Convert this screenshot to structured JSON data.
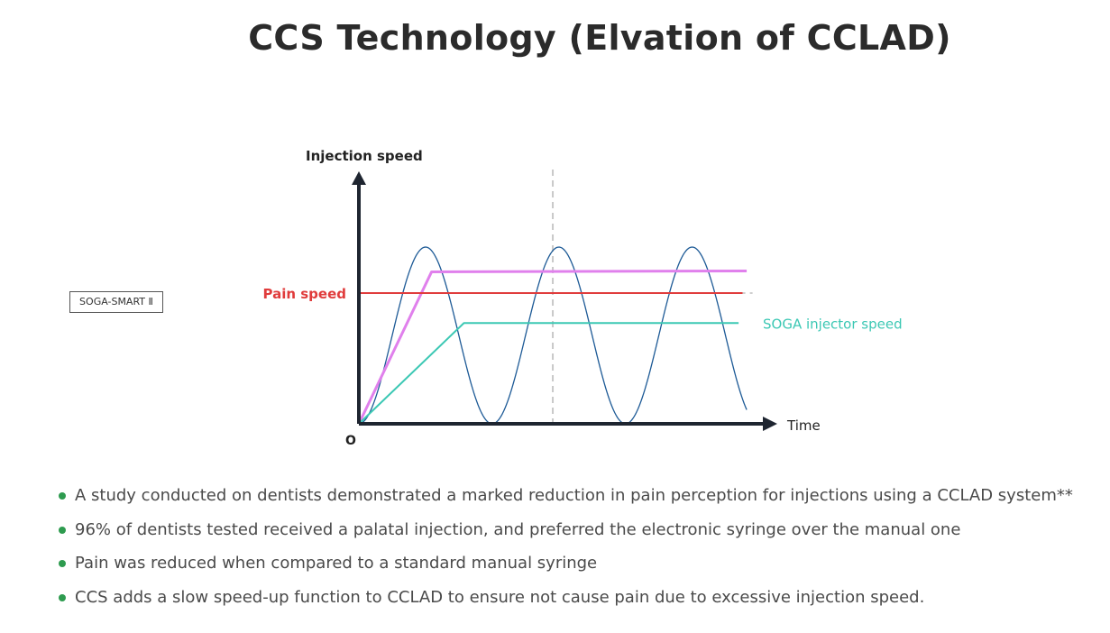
{
  "page": {
    "title": "CCS Technology (Elvation of CCLAD)",
    "product_tag": "SOGA-SMART Ⅱ"
  },
  "colors": {
    "title": "#2b2b2b",
    "pain_speed": "#e03c3c",
    "soga_speed": "#3cc8b4",
    "cclad_curve": "#1d5a96",
    "violet_line": "#e080ec",
    "axis": "#1e2530",
    "bullet": "#2e9b4f"
  },
  "chart_data": {
    "type": "line",
    "title": "",
    "xlabel": "Time",
    "ylabel": "Injection speed",
    "origin_label": "O",
    "grid": false,
    "xlim": [
      0,
      10
    ],
    "ylim": [
      0,
      10
    ],
    "series": [
      {
        "name": "",
        "color": "#1d5a96",
        "kind": "sine",
        "amplitude": 5,
        "offset": 5,
        "period": 3.3,
        "x_start": 0,
        "x_end": 9.6
      },
      {
        "name": "",
        "color": "#e080ec",
        "kind": "polyline",
        "x": [
          0,
          1.8,
          9.6
        ],
        "y": [
          0,
          8.6,
          8.65
        ]
      },
      {
        "name": "Pain speed",
        "color": "#e03c3c",
        "kind": "polyline",
        "x": [
          0,
          9.5
        ],
        "y": [
          7.4,
          7.4
        ]
      },
      {
        "name": "SOGA injector speed",
        "color": "#3cc8b4",
        "kind": "polyline",
        "x": [
          0,
          2.6,
          9.4
        ],
        "y": [
          0,
          5.7,
          5.7
        ]
      }
    ],
    "annotations": [
      {
        "kind": "vertical-dashed-line",
        "x": 4.8
      }
    ]
  },
  "bullets": [
    "A study conducted on dentists demonstrated a marked reduction in pain perception for injections using a CCLAD system**",
    "96% of dentists tested received a palatal injection, and preferred the electronic syringe over the manual one",
    "Pain was reduced when compared to a standard manual syringe",
    "CCS adds a slow speed-up function to CCLAD to ensure  not cause pain due to excessive injection speed."
  ]
}
